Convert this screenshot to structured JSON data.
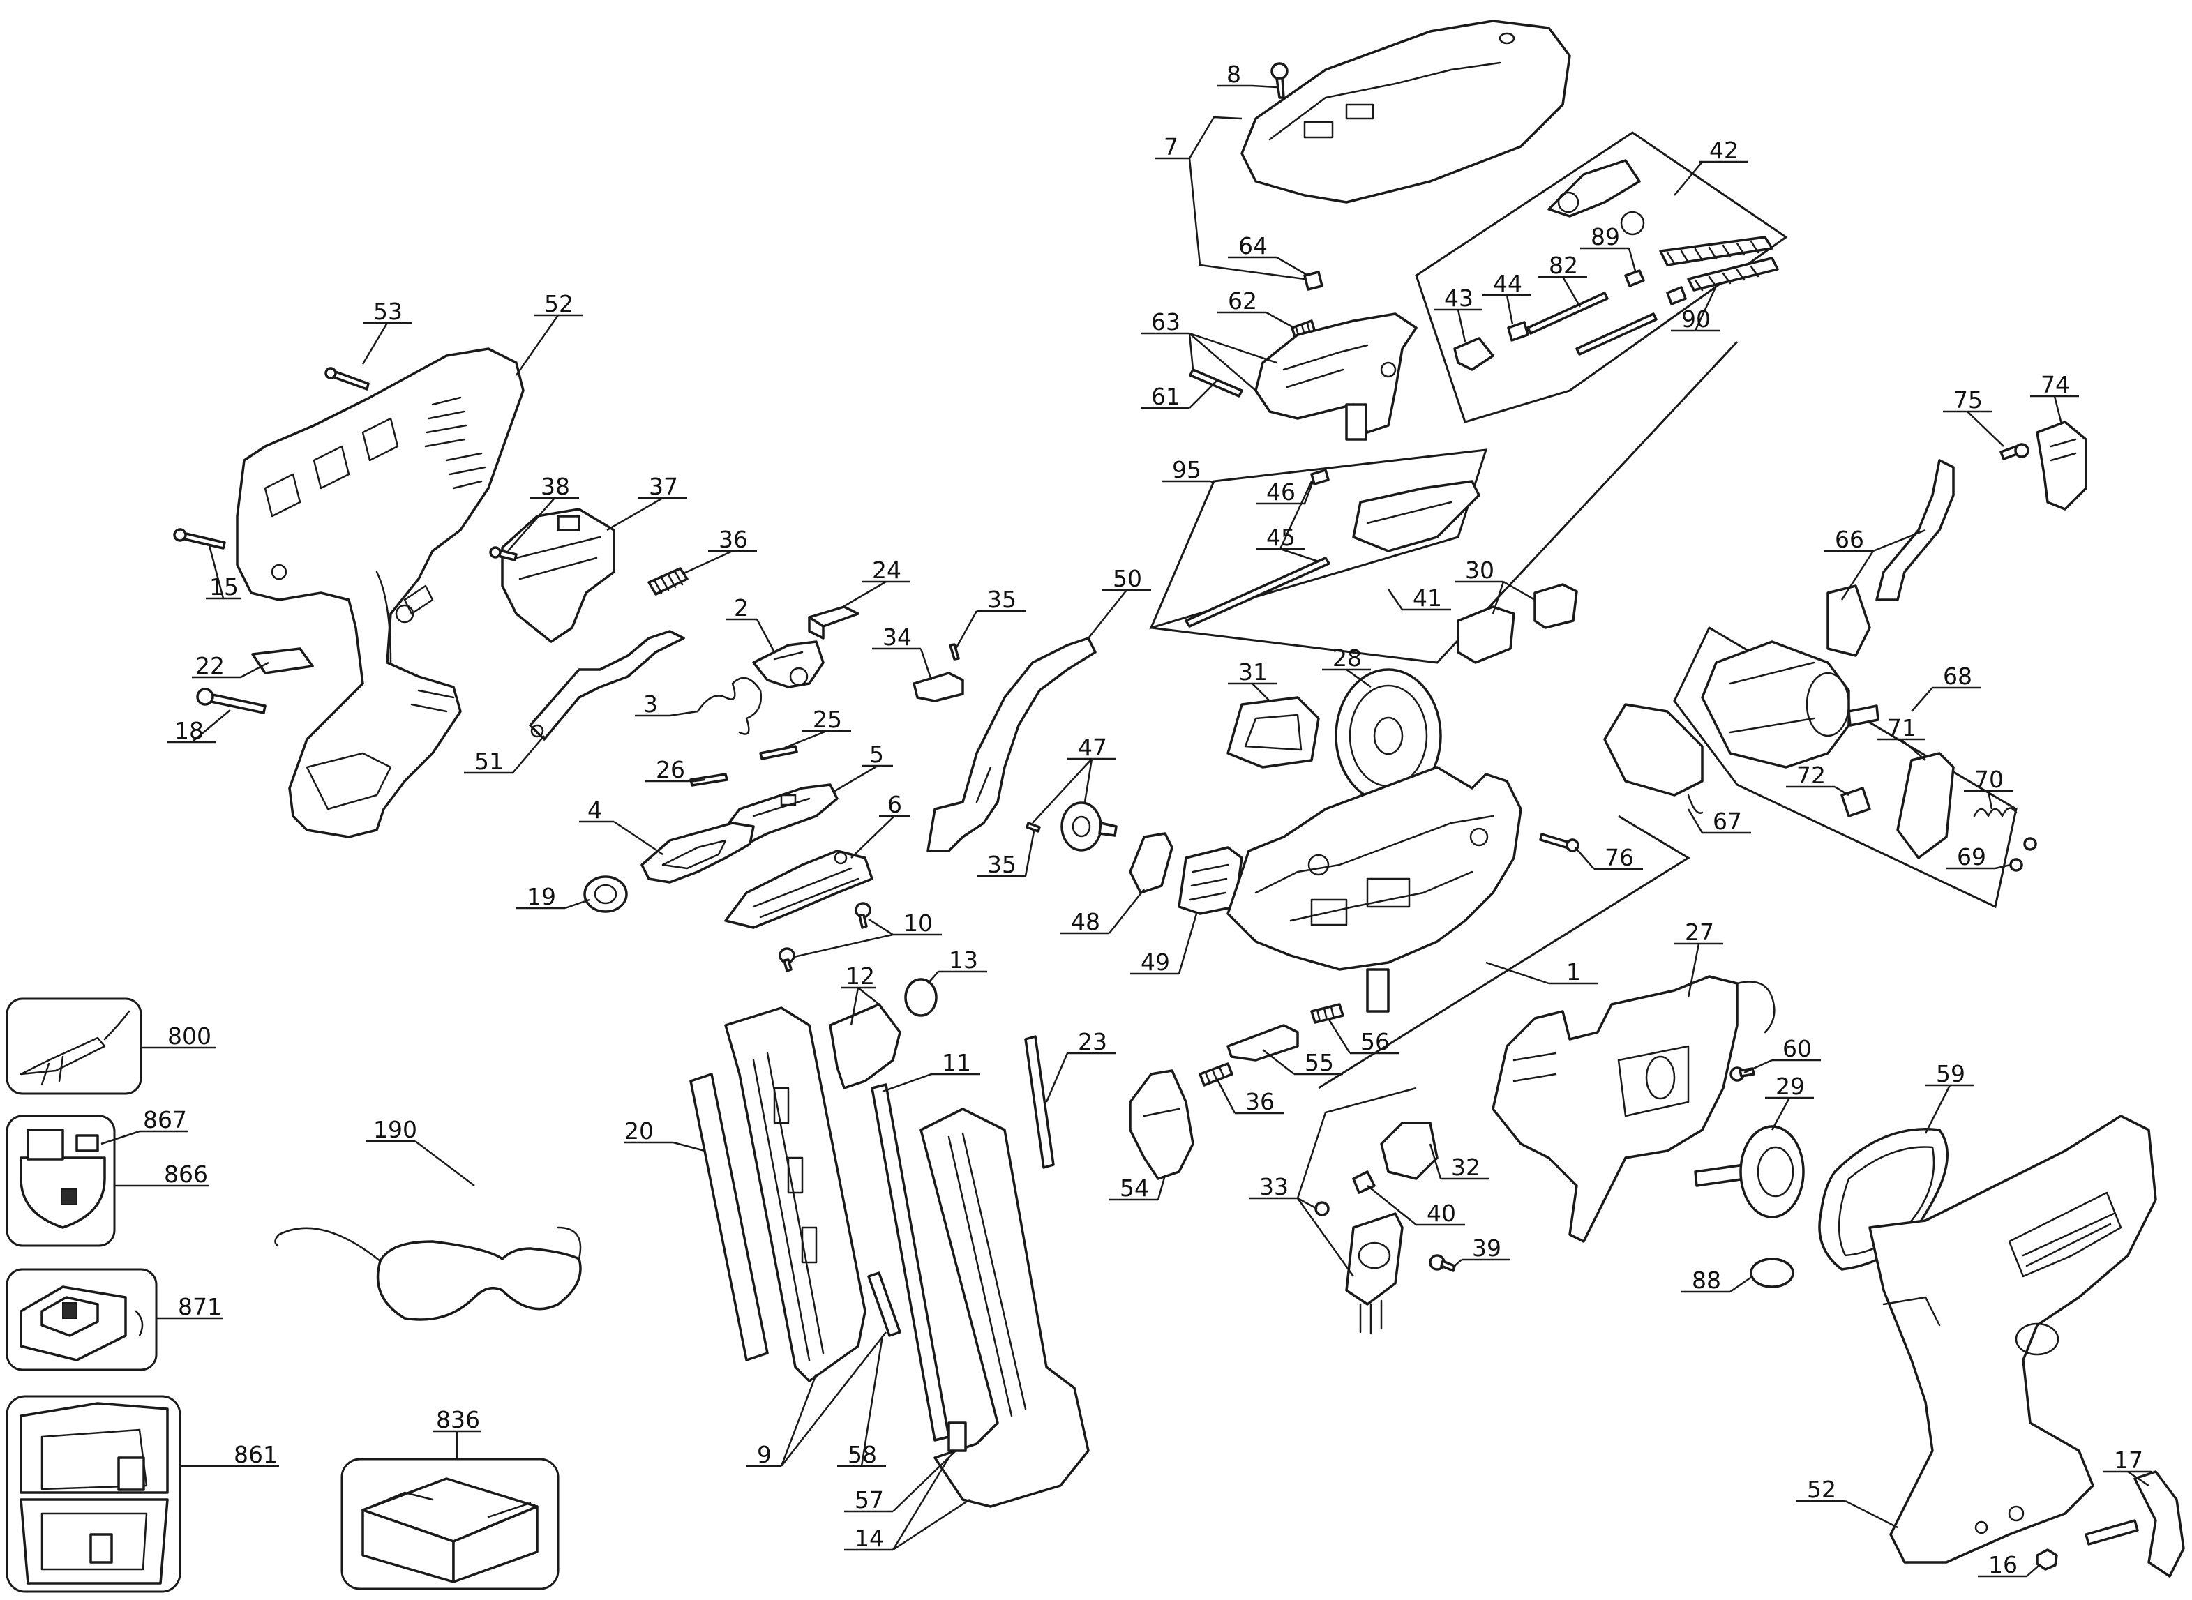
{
  "callouts": {
    "c1": "1",
    "c2": "2",
    "c3": "3",
    "c4": "4",
    "c5": "5",
    "c6": "6",
    "c7": "7",
    "c8": "8",
    "c9": "9",
    "c10": "10",
    "c11": "11",
    "c12": "12",
    "c13": "13",
    "c14": "14",
    "c15": "15",
    "c16": "16",
    "c17": "17",
    "c18": "18",
    "c19": "19",
    "c20": "20",
    "c22": "22",
    "c23": "23",
    "c24": "24",
    "c25": "25",
    "c26": "26",
    "c27": "27",
    "c28": "28",
    "c29": "29",
    "c30": "30",
    "c31": "31",
    "c32": "32",
    "c33": "33",
    "c34": "34",
    "c35a": "35",
    "c35b": "35",
    "c36a": "36",
    "c36b": "36",
    "c37": "37",
    "c38": "38",
    "c39": "39",
    "c40": "40",
    "c41": "41",
    "c42": "42",
    "c43": "43",
    "c44": "44",
    "c45": "45",
    "c46": "46",
    "c47": "47",
    "c48": "48",
    "c49": "49",
    "c50": "50",
    "c51": "51",
    "c52a": "52",
    "c52b": "52",
    "c53": "53",
    "c54": "54",
    "c55": "55",
    "c56": "56",
    "c57": "57",
    "c58": "58",
    "c59": "59",
    "c60": "60",
    "c61": "61",
    "c62": "62",
    "c63": "63",
    "c64": "64",
    "c66": "66",
    "c67": "67",
    "c68": "68",
    "c69": "69",
    "c70": "70",
    "c71": "71",
    "c72": "72",
    "c74": "74",
    "c75": "75",
    "c76": "76",
    "c82": "82",
    "c88": "88",
    "c89": "89",
    "c90": "90",
    "c95": "95",
    "c190": "190",
    "c800": "800",
    "c836": "836",
    "c861": "861",
    "c866": "866",
    "c867": "867",
    "c871": "871"
  }
}
